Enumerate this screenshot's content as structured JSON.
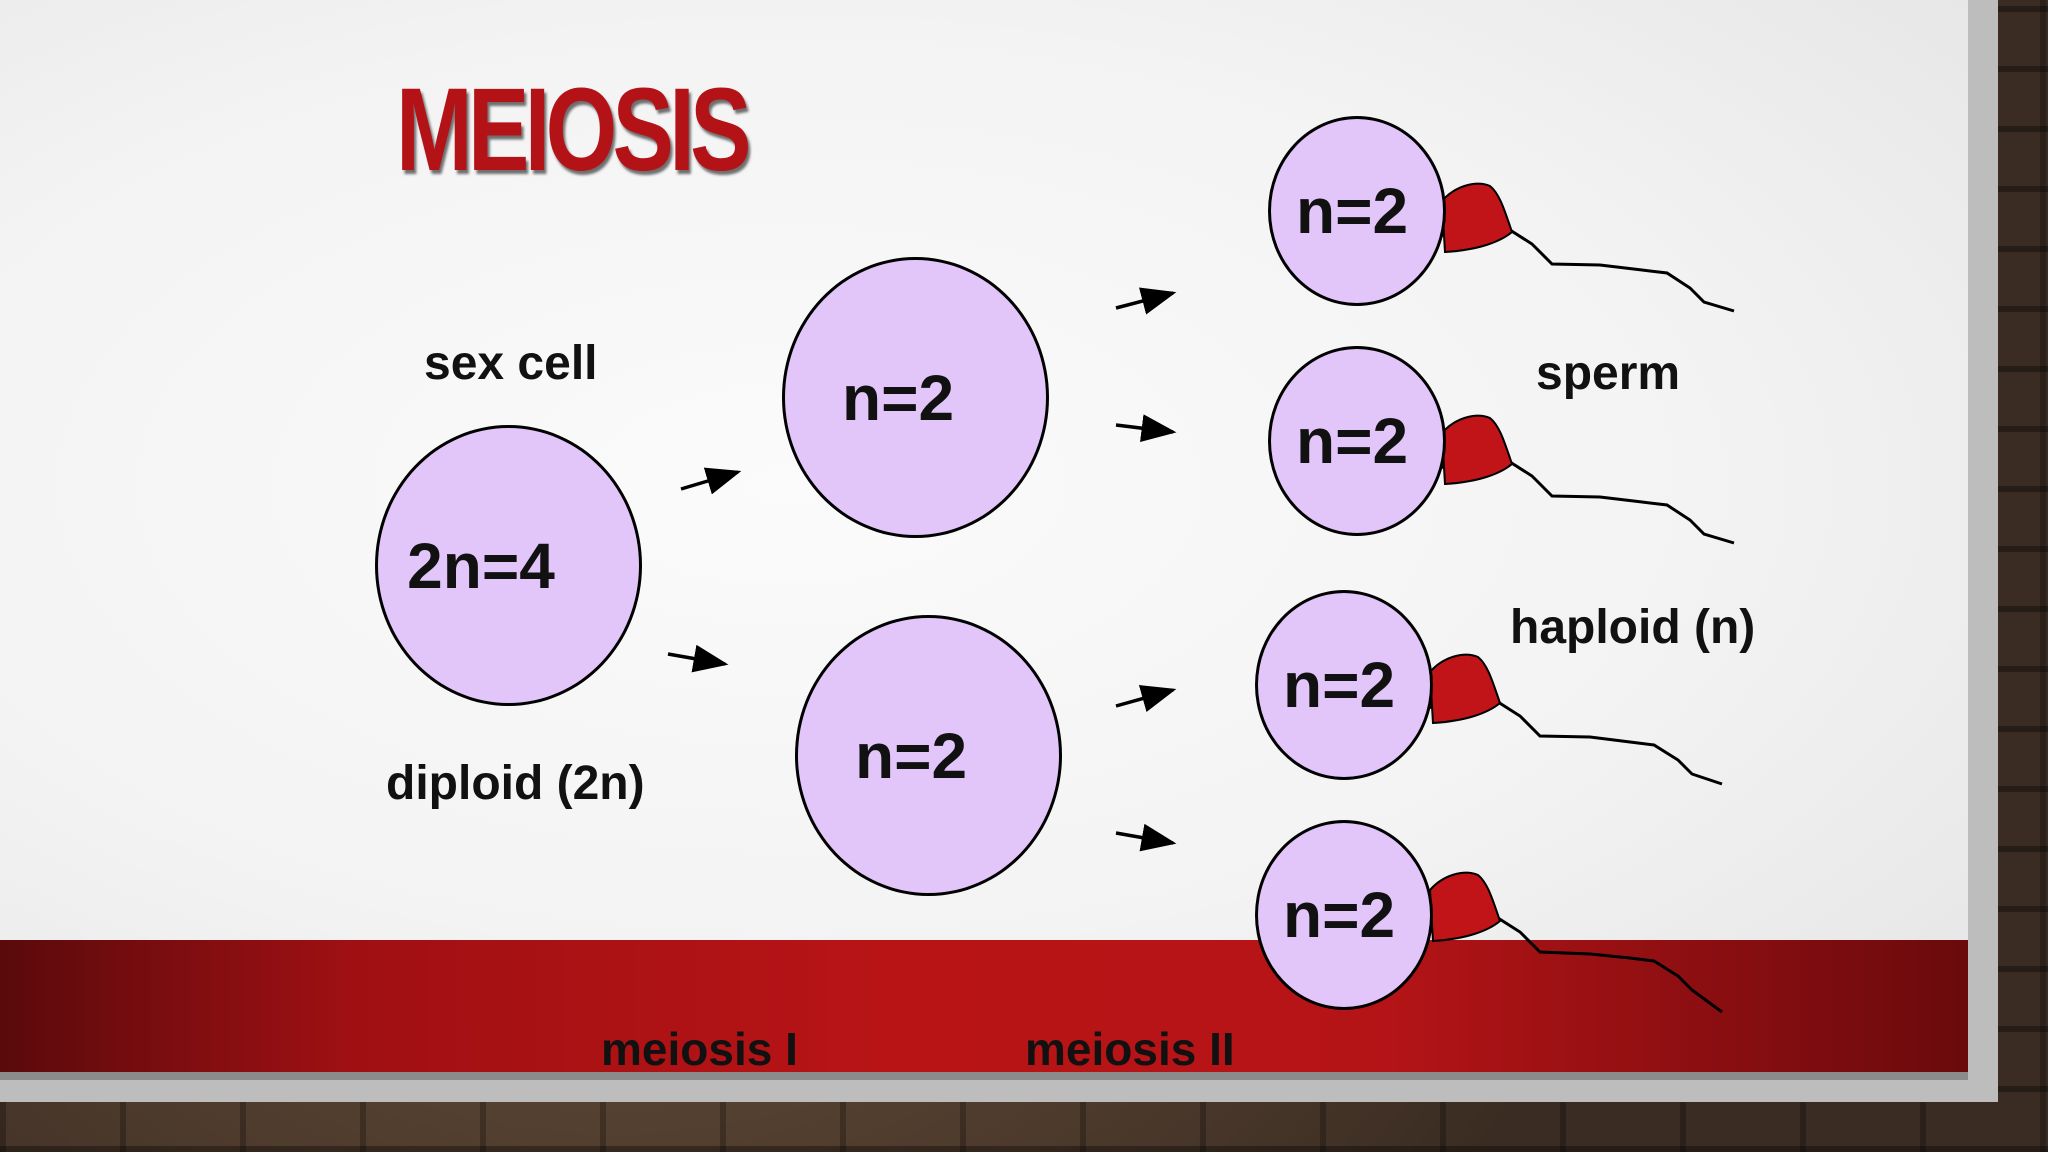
{
  "title": "MEIOSIS",
  "labels": {
    "sex_cell": "sex cell",
    "diploid": "diploid (2n)",
    "sperm": "sperm",
    "haploid": "haploid (n)",
    "meiosis_1": "meiosis I",
    "meiosis_2": "meiosis II"
  },
  "cells": {
    "parent": "2n=4",
    "meiosis1_top": "n=2",
    "meiosis1_bottom": "n=2",
    "sperm_1": "n=2",
    "sperm_2": "n=2",
    "sperm_3": "n=2",
    "sperm_4": "n=2"
  },
  "colors": {
    "cell_fill": "#e3c6f9",
    "title_red": "#b31217",
    "sperm_head_red": "#c01418",
    "band_red": "#b81416"
  }
}
